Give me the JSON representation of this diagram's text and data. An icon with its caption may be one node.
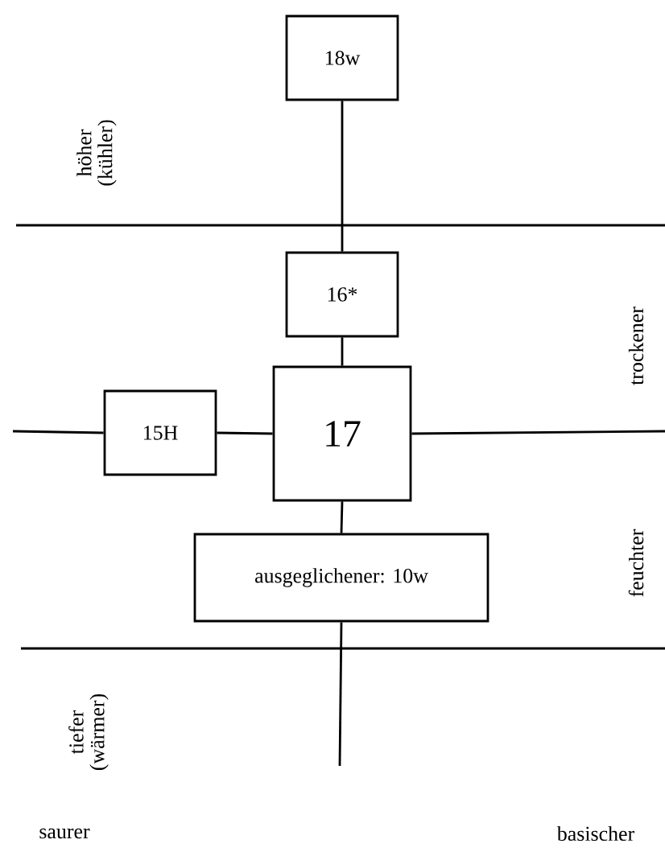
{
  "diagram": {
    "nodes": [
      {
        "text": [
          "18w"
        ]
      },
      {
        "text": [
          "16*"
        ]
      },
      {
        "text": [
          "17"
        ]
      },
      {
        "text": [
          "15H"
        ]
      },
      {
        "text": [
          "ausgeglichener: 10w"
        ]
      }
    ],
    "edges": [
      {
        "from": 0,
        "to": 1,
        "arrow": "none"
      },
      {
        "from": 1,
        "to": 2,
        "arrow": "none"
      },
      {
        "from": null,
        "to": 3,
        "arrow": "none"
      },
      {
        "from": 3,
        "to": 2,
        "arrow": "none"
      },
      {
        "from": 2,
        "to": null,
        "arrow": "none"
      },
      {
        "from": 2,
        "to": 4,
        "arrow": "none"
      },
      {
        "from": 4,
        "to": null,
        "arrow": "none"
      }
    ],
    "labels": [
      "höher (kühler)",
      "trockener",
      "feuchter",
      "tiefer (wärmer)",
      "saurer",
      "basischer"
    ]
  }
}
